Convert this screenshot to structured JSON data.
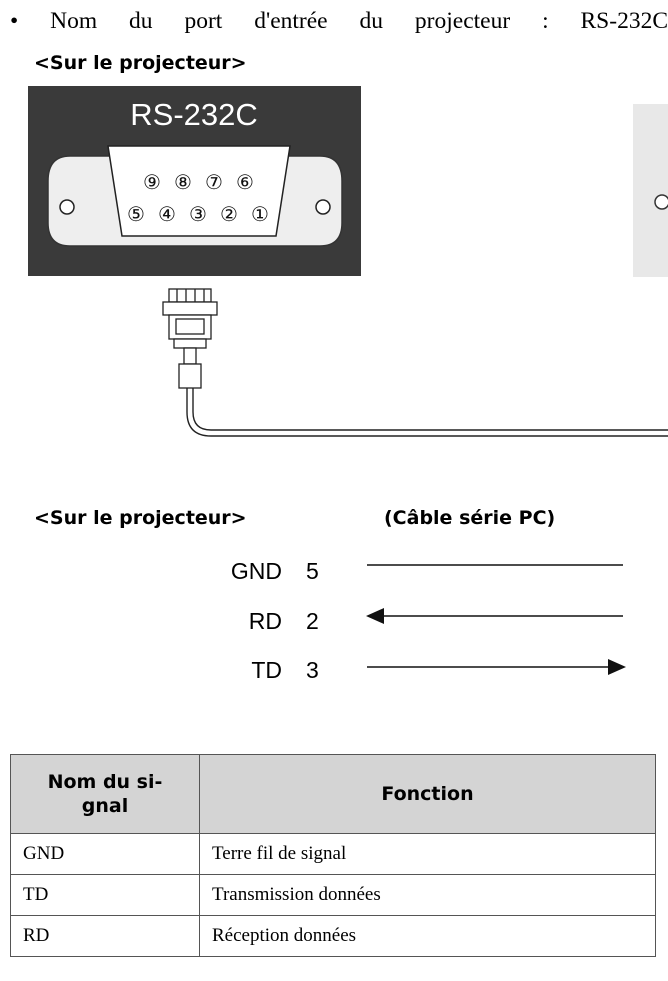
{
  "bullet": {
    "glyph": "•",
    "text": "Nom du port d'entrée du projecteur : RS-232C"
  },
  "top_label": "<Sur le projecteur>",
  "port": {
    "label": "RS-232C",
    "pins_top": [
      "⑨",
      "⑧",
      "⑦",
      "⑥"
    ],
    "pins_bottom": [
      "⑤",
      "④",
      "③",
      "②",
      "①"
    ]
  },
  "wiring": {
    "left_header": "<Sur le projecteur>",
    "right_header": "(Câble série PC)",
    "rows": [
      {
        "name": "GND",
        "pin": "5",
        "arrow": "none"
      },
      {
        "name": "RD",
        "pin": "2",
        "arrow": "left"
      },
      {
        "name": "TD",
        "pin": "3",
        "arrow": "right"
      }
    ]
  },
  "table": {
    "headers": [
      "Nom du si-\ngnal",
      "Fonction"
    ],
    "rows": [
      [
        "GND",
        "Terre fil de signal"
      ],
      [
        "TD",
        "Transmission données"
      ],
      [
        "RD",
        "Réception données"
      ]
    ]
  },
  "colors": {
    "port_panel": "#3a3a3a",
    "connector_fill": "#eeeeee",
    "right_panel": "#e8e8e8",
    "table_header_bg": "#d4d4d4"
  }
}
